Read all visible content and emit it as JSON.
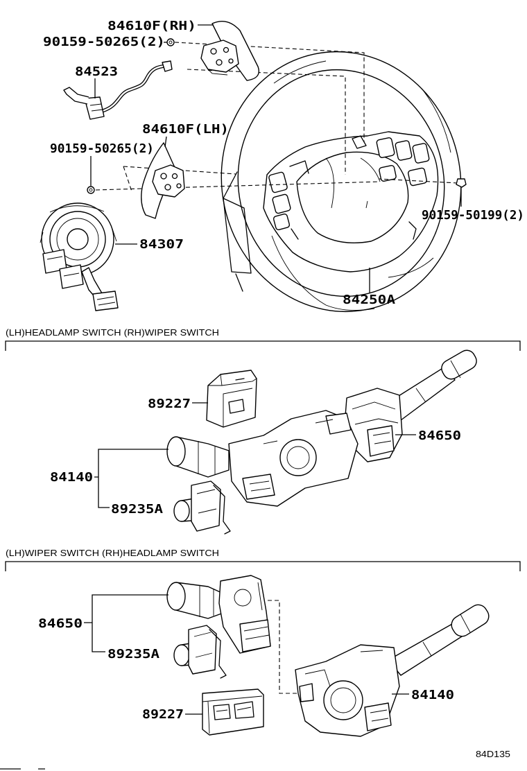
{
  "steering_wheel_callouts": [
    "84610F(RH)",
    "90159-50265(2)",
    "84523",
    "84610F(LH)",
    "90159-50265(2)",
    "90159-50199(2)",
    "84307",
    "84250A"
  ],
  "section_1": {
    "header": "(LH)HEADLAMP SWITCH (RH)WIPER SWITCH",
    "callouts": [
      "89227",
      "84650",
      "84140",
      "89235A"
    ]
  },
  "section_2": {
    "header": "(LH)WIPER SWITCH (RH)HEADLAMP SWITCH",
    "callouts": [
      "84650",
      "89235A",
      "89227",
      "84140"
    ]
  },
  "figure_code": "84D135"
}
